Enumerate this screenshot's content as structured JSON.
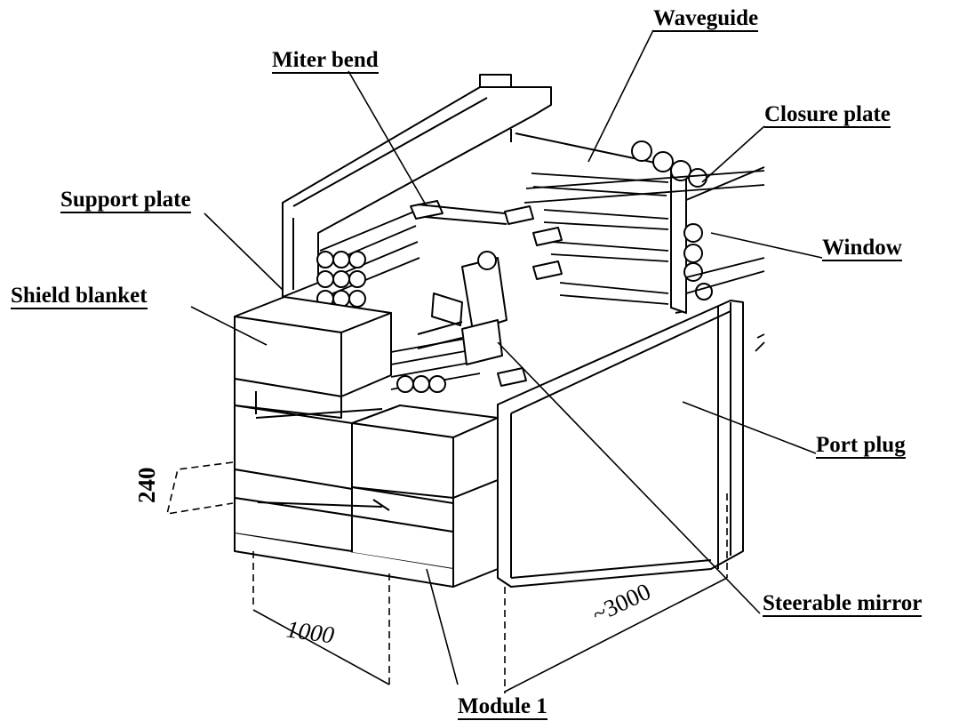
{
  "labels": {
    "waveguide": "Waveguide",
    "miter_bend": "Miter bend",
    "closure_plate": "Closure plate",
    "support_plate": "Support plate",
    "window": "Window",
    "shield_blanket": "Shield blanket",
    "port_plug": "Port plug",
    "steerable_mirror": "Steerable mirror",
    "module_1": "Module 1"
  },
  "dimensions": {
    "height": "240",
    "width": "1000",
    "length": "~3000"
  },
  "colors": {
    "ink": "#000000",
    "paper": "#ffffff",
    "shade": "#e6e6e6"
  }
}
